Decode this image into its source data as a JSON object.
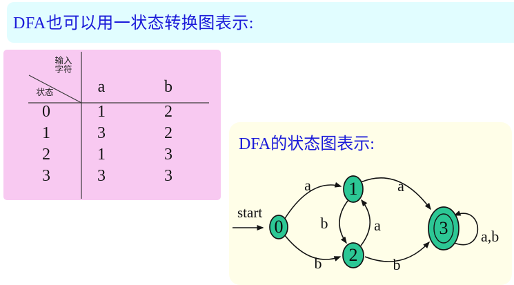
{
  "slide_title": "DFA也可以用一状态转换图表示:",
  "transition_table": {
    "corner": {
      "input_line1": "输入",
      "input_line2": "字符",
      "state_label": "状态"
    },
    "col_headers": [
      "a",
      "b"
    ],
    "rows": [
      {
        "state": "0",
        "a": "1",
        "b": "2"
      },
      {
        "state": "1",
        "a": "3",
        "b": "2"
      },
      {
        "state": "2",
        "a": "1",
        "b": "3"
      },
      {
        "state": "3",
        "a": "3",
        "b": "3"
      }
    ]
  },
  "state_diagram": {
    "panel_title": "DFA的状态图表示:",
    "start_label": "start",
    "states": [
      {
        "id": "0",
        "label": "0",
        "accepting": false
      },
      {
        "id": "1",
        "label": "1",
        "accepting": false
      },
      {
        "id": "2",
        "label": "2",
        "accepting": false
      },
      {
        "id": "3",
        "label": "3",
        "accepting": true
      }
    ],
    "edges": [
      {
        "from": "0",
        "to": "1",
        "label": "a"
      },
      {
        "from": "0",
        "to": "2",
        "label": "b"
      },
      {
        "from": "1",
        "to": "2",
        "label": "b"
      },
      {
        "from": "2",
        "to": "1",
        "label": "a"
      },
      {
        "from": "1",
        "to": "3",
        "label": "a"
      },
      {
        "from": "2",
        "to": "3",
        "label": "b"
      },
      {
        "from": "3",
        "to": "3",
        "label": "a,b"
      }
    ]
  },
  "colors": {
    "title_band_bg": "#e1fdff",
    "heading_text": "#1a1ad9",
    "table_bg": "#f8c9f1",
    "diagram_panel_bg": "#fffee8",
    "state_fill": "#2cc795",
    "line": "#141414"
  }
}
